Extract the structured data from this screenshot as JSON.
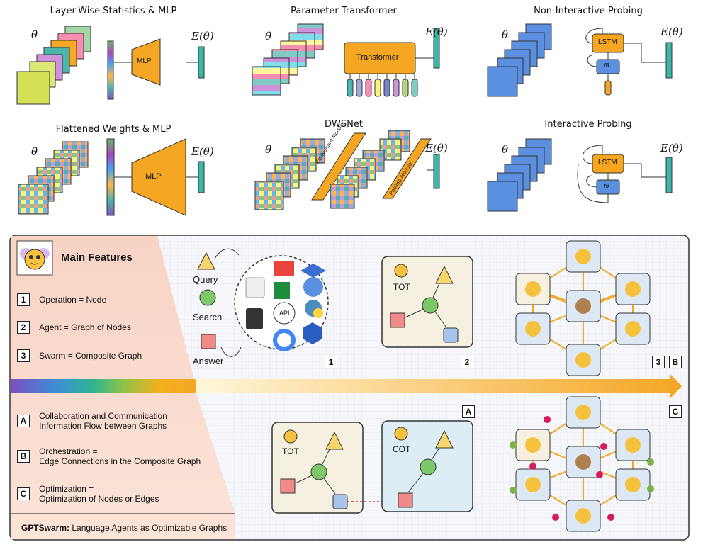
{
  "top_panels": [
    {
      "title": "Layer-Wise Statistics & MLP",
      "theta": "θ",
      "energy": "E(θ)",
      "module": "MLP"
    },
    {
      "title": "Parameter Transformer",
      "theta": "θ",
      "energy": "E(θ)",
      "module": "Transformer"
    },
    {
      "title": "Non-Interactive Probing",
      "theta": "θ",
      "energy": "E(θ)",
      "lstm": "LSTM",
      "f": "fθ"
    },
    {
      "title": "Flattened Weights & MLP",
      "theta": "θ",
      "energy": "E(θ)",
      "module": "MLP"
    },
    {
      "title": "DWSNet",
      "theta": "θ",
      "energy": "E(θ)",
      "module1": "Equivariant Module",
      "module2": "Pooling Module"
    },
    {
      "title": "Interactive Probing",
      "theta": "θ",
      "energy": "E(θ)",
      "lstm": "LSTM",
      "f": "fθ"
    }
  ],
  "features": {
    "heading": "Main Features",
    "items": [
      {
        "key": "1",
        "text": "Operation = Node"
      },
      {
        "key": "2",
        "text": "Agent = Graph of Nodes"
      },
      {
        "key": "3",
        "text": "Swarm = Composite Graph"
      }
    ],
    "items2": [
      {
        "key": "A",
        "line1": "Collaboration and Communication =",
        "line2": "Information Flow between Graphs"
      },
      {
        "key": "B",
        "line1": "Orchestration =",
        "line2": "Edge Connections in the Composite Graph"
      },
      {
        "key": "C",
        "line1": "Optimization =",
        "line2": "Optimization of Nodes or Edges"
      }
    ],
    "footer_bold": "GPTSwarm:",
    "footer_text": " Language Agents as Optimizable Graphs"
  },
  "nodes": {
    "query": "Query",
    "search": "Search",
    "answer": "Answer",
    "api": "API"
  },
  "labels": {
    "tot": "TOT",
    "tot2": "TOT",
    "cot": "COT",
    "n1": "1",
    "n2": "2",
    "n3": "3",
    "nB": "B",
    "nA": "A",
    "nC": "C"
  },
  "colors": {
    "orange": "#f5a623",
    "teal": "#3bb7a8",
    "blue": "#5b8fe0",
    "green": "#7dc96a",
    "pink": "#f28a8a",
    "yellow": "#f7d76b",
    "lightblue": "#a9c4ea"
  }
}
